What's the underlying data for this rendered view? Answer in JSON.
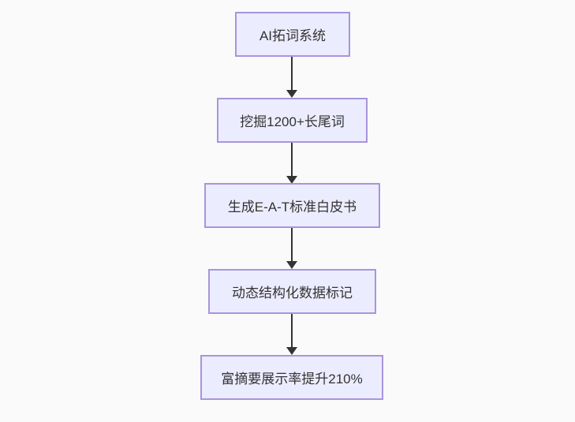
{
  "diagram": {
    "type": "flowchart",
    "direction": "top-to-bottom",
    "nodes": [
      {
        "id": "A",
        "label": "AI拓词系统"
      },
      {
        "id": "B",
        "label": "挖掘1200+长尾词"
      },
      {
        "id": "C",
        "label": "生成E-A-T标准白皮书"
      },
      {
        "id": "D",
        "label": "动态结构化数据标记"
      },
      {
        "id": "E",
        "label": "富摘要展示率提升210%"
      }
    ],
    "edges": [
      {
        "from": "A",
        "to": "B",
        "style": "arrow-down"
      },
      {
        "from": "B",
        "to": "C",
        "style": "arrow-down"
      },
      {
        "from": "C",
        "to": "D",
        "style": "arrow-down"
      },
      {
        "from": "D",
        "to": "E",
        "style": "arrow-down"
      }
    ],
    "colors": {
      "background": "#fafafa",
      "node_fill": "#ececff",
      "node_border": "#a894dd",
      "text": "#333333",
      "arrow": "#333333"
    }
  }
}
